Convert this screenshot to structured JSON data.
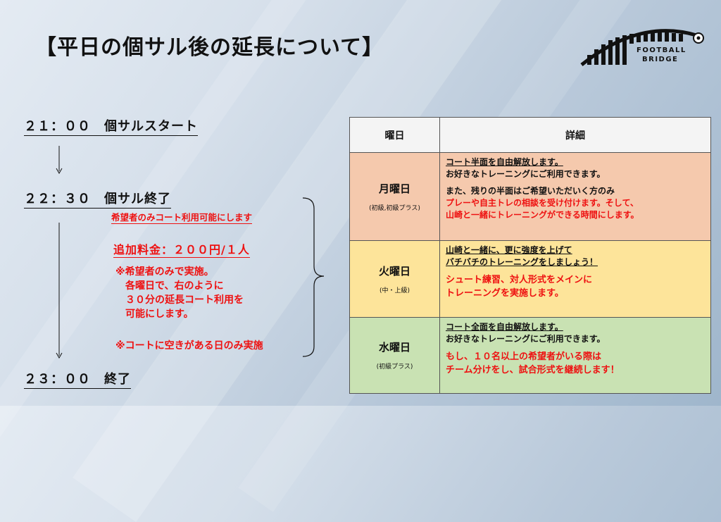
{
  "title": "【平日の個サル後の延長について】",
  "logo": {
    "line1": "FOOTBALL",
    "line2": "BRIDGE"
  },
  "timeline": {
    "start": "２１：００　個サルスタート",
    "end_session": "２２：３０　個サル終了",
    "finish": "２３：００　終了",
    "note": "希望者のみコート利用可能にします",
    "fee": "追加料金：２００円/１人",
    "condition": "※希望者のみで実施。\n　各曜日で、右のように\n　３０分の延長コート利用を\n　可能にします。",
    "condition2": "※コートに空きがある日のみ実施"
  },
  "table": {
    "headers": [
      "曜日",
      "詳細"
    ],
    "rows": [
      {
        "day": "月曜日",
        "level": "(初級,初級プラス)",
        "lines": [
          {
            "text": "コート半面を自由解放します。",
            "style": "ul"
          },
          {
            "text": "お好きなトレーニングにご利用できます。",
            "style": ""
          },
          {
            "text": "また、残りの半面はご希望いただいく方のみ",
            "style": "gap"
          },
          {
            "text": "プレーや自主トレの相談を受け付けます。そして、",
            "style": "red"
          },
          {
            "text": "山崎と一緒にトレーニングができる時間にします。",
            "style": "red"
          }
        ]
      },
      {
        "day": "火曜日",
        "level": "(中・上級)",
        "lines": [
          {
            "text": "山崎と一緒に、更に強度を上げて",
            "style": "ul"
          },
          {
            "text": "バチバチのトレーニングをしましょう！",
            "style": "ul"
          },
          {
            "text": "シュート練習、対人形式をメインに",
            "style": "gap red big"
          },
          {
            "text": "トレーニングを実施します。",
            "style": "red big"
          }
        ]
      },
      {
        "day": "水曜日",
        "level": "(初級プラス)",
        "lines": [
          {
            "text": "コート全面を自由解放します。",
            "style": "ul"
          },
          {
            "text": "お好きなトレーニングにご利用できます。",
            "style": ""
          },
          {
            "text": "もし、１０名以上の希望者がいる際は",
            "style": "gap red big"
          },
          {
            "text": "チーム分けをし、試合形式を継続します！",
            "style": "red big"
          }
        ]
      }
    ]
  },
  "colors": {
    "monday": "#f5c9ad",
    "tuesday": "#fde49a",
    "wednesday": "#c9e2b3",
    "accent_red": "#e11111"
  }
}
